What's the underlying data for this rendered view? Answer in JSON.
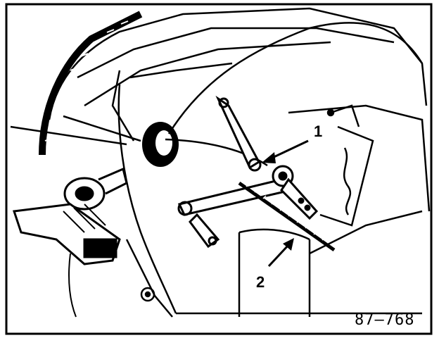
{
  "figure": {
    "number": "87—768",
    "callouts": [
      {
        "id": "1",
        "label": "1"
      },
      {
        "id": "2",
        "label": "2"
      }
    ]
  },
  "colors": {
    "ink": "#000000",
    "paper": "#ffffff"
  }
}
